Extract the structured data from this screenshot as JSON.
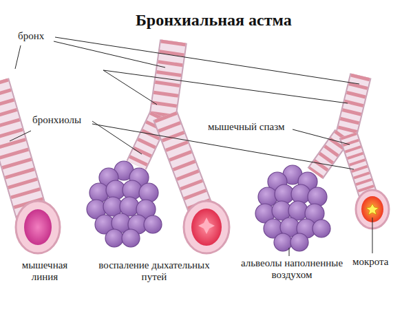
{
  "diagram": {
    "title": "Бронхиальная астма",
    "labels": [
      "бронх",
      "бронхиолы",
      "мышечный спазм",
      "мышечная линия",
      "воспаление дыхательных путей",
      "альвеолы наполненные воздухом",
      "мокрота"
    ]
  }
}
